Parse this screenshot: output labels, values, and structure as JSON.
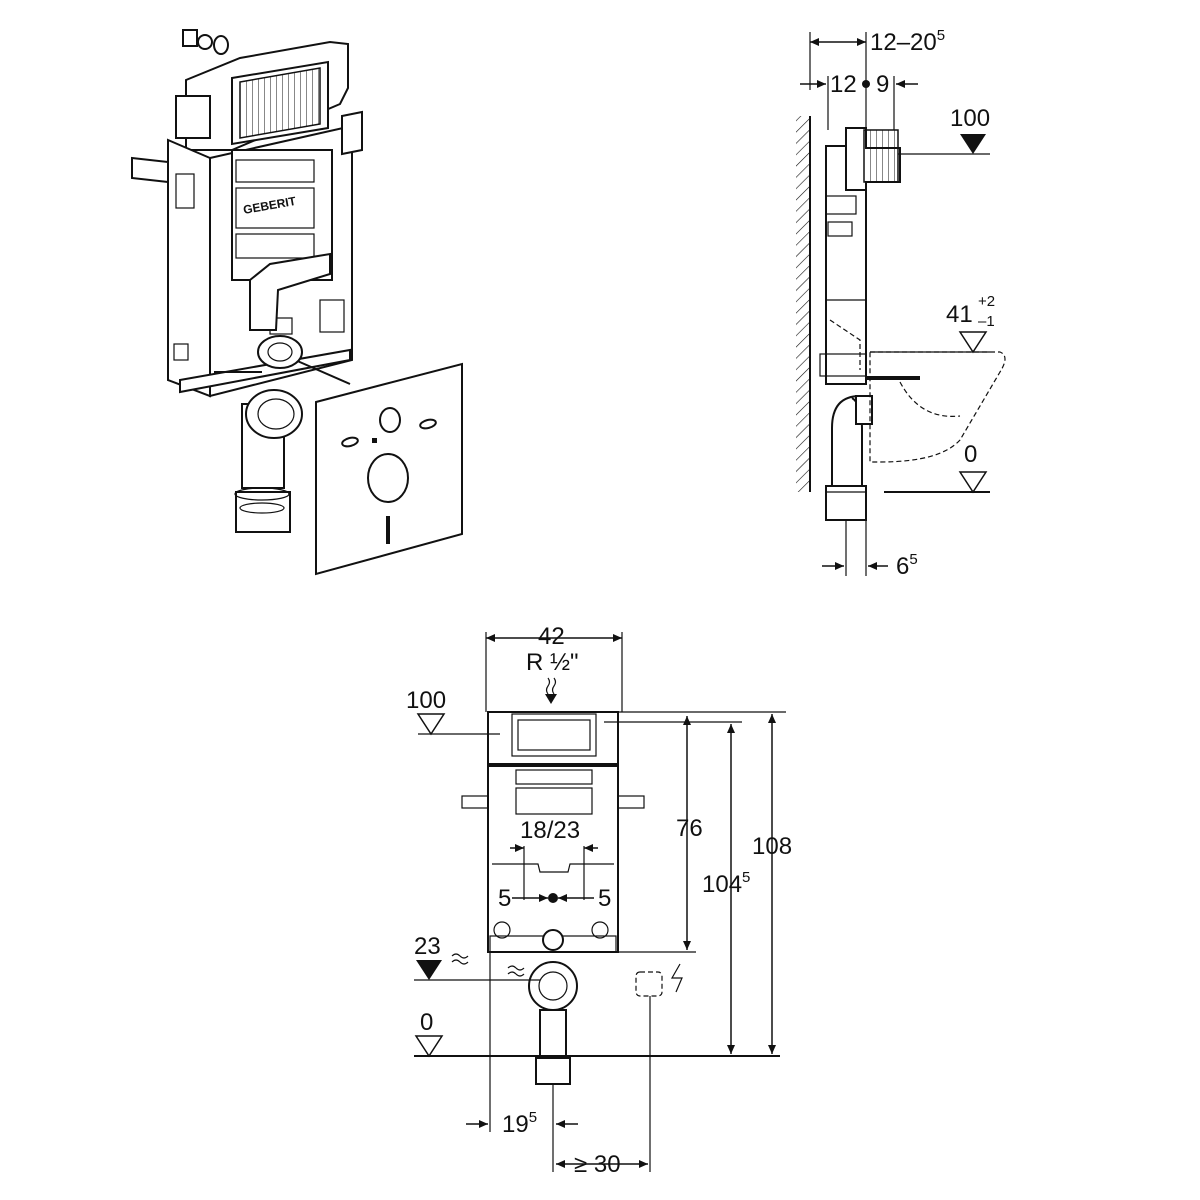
{
  "iso_view": {
    "brand": "GEBERIT"
  },
  "side_view": {
    "depth_range": {
      "value": "12–20",
      "sup": "5"
    },
    "depth_left": "12",
    "depth_right": "9",
    "top_level": "100",
    "seat_level": {
      "value": "41",
      "tol_up": "+2",
      "tol_down": "–1"
    },
    "floor_level": "0",
    "pipe_offset": {
      "value": "6",
      "sup": "5"
    }
  },
  "front_view": {
    "width": "42",
    "water_inlet": "R ½\"",
    "top_level": "100",
    "flush_spacing": "18/23",
    "left_offset": "5",
    "right_offset": "5",
    "height_76": "76",
    "height_1045": {
      "value": "104",
      "sup": "5"
    },
    "height_108": "108",
    "drain_level": "23",
    "floor_level": "0",
    "drain_offset": {
      "value": "19",
      "sup": "5"
    },
    "socket_offset": "≥ 30"
  },
  "colors": {
    "line": "#111111",
    "background": "#ffffff",
    "panel": "#cfcfcf"
  }
}
